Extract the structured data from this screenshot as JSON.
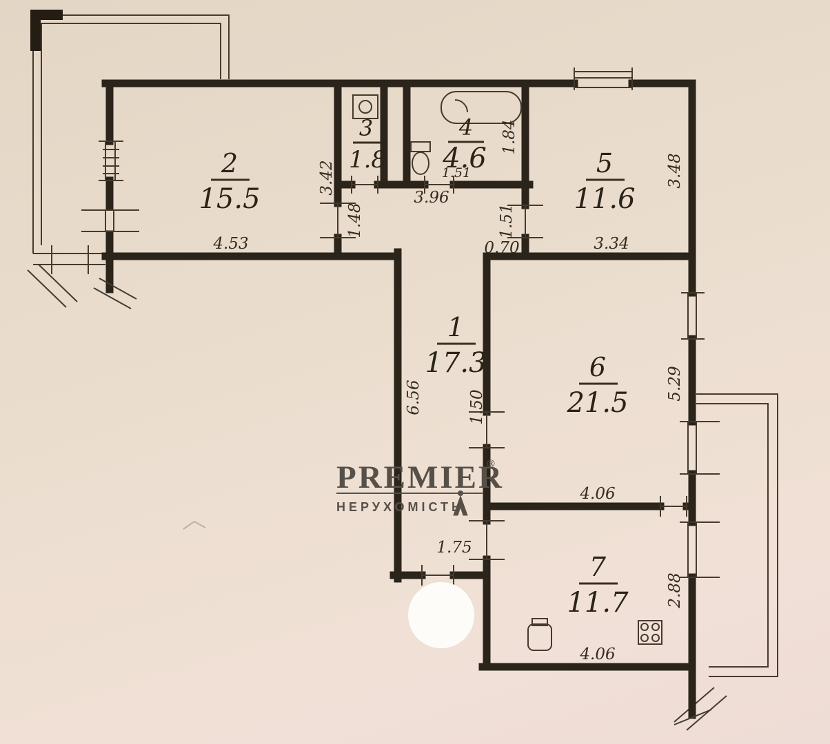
{
  "colors": {
    "paper": "#e9dccd",
    "ink": "#2b241b",
    "watermark_gray": "#565049",
    "mask_white": "#fdfcf9"
  },
  "watermark": {
    "brand": "PREMIER",
    "registered": "®",
    "subtitle": "НЕРУХОМІСТЬ"
  },
  "rooms": {
    "r1": {
      "number": "1",
      "area": "17.3"
    },
    "r2": {
      "number": "2",
      "area": "15.5"
    },
    "r3": {
      "number": "3",
      "area": "1.8"
    },
    "r4": {
      "number": "4",
      "area": "4.6"
    },
    "r5": {
      "number": "5",
      "area": "11.6"
    },
    "r6": {
      "number": "6",
      "area": "21.5"
    },
    "r7": {
      "number": "7",
      "area": "11.7"
    }
  },
  "dimensions": {
    "room2_height": "3.42",
    "room2_width": "4.53",
    "hall_width": "1.48",
    "hall_top_width": "3.96",
    "bath_door": "1.51",
    "room4_depth": "1.84",
    "room5_door": "1.51",
    "wall_stub": "0.70",
    "room5_height": "3.48",
    "room5_width": "3.34",
    "corridor_length": "6.56",
    "room6_door": "1.50",
    "room6_height": "5.29",
    "room6_width": "4.06",
    "entrance_width": "1.75",
    "room7_height": "2.88",
    "room7_width": "4.06"
  }
}
